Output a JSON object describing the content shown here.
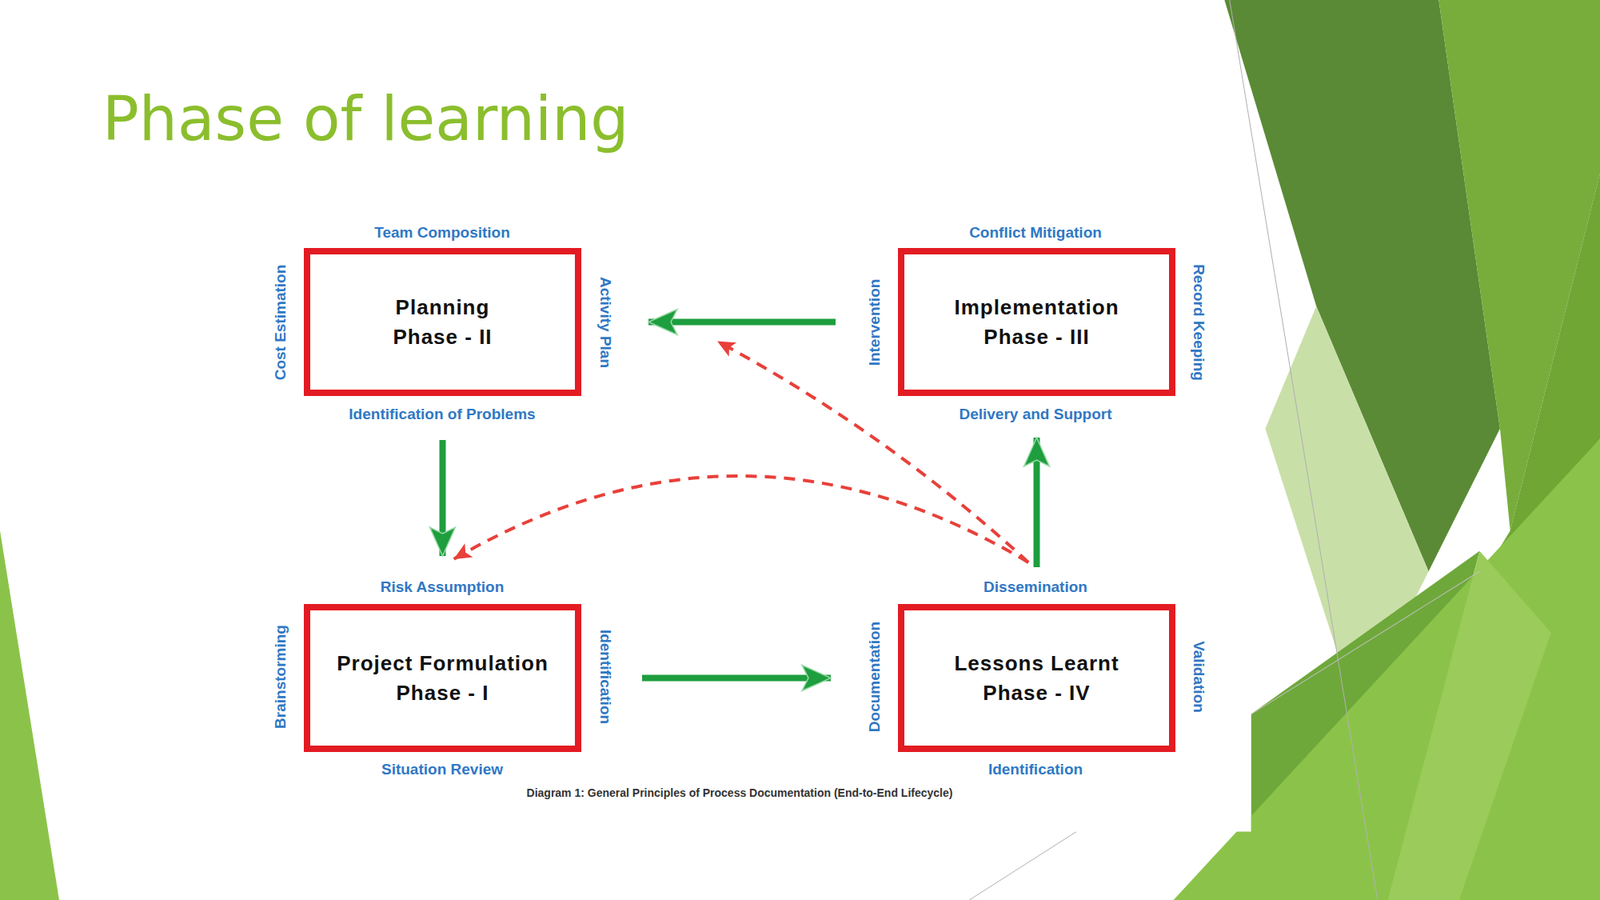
{
  "diagram": {
    "title": "Phase of learning",
    "caption": "Diagram 1: General Principles of Process Documentation (End-to-End Lifecycle)",
    "nodes": [
      {
        "text": [
          "Planning Phase - II"
        ]
      },
      {
        "text": [
          "Implementation Phase - III"
        ]
      },
      {
        "text": [
          "Project Formulation Phase - I"
        ]
      },
      {
        "text": [
          "Lessons Learnt Phase - IV"
        ]
      }
    ],
    "edges": [
      {
        "from": 1,
        "to": 0,
        "arrow": "to"
      },
      {
        "from": 0,
        "to": 2,
        "arrow": "to"
      },
      {
        "from": 2,
        "to": 3,
        "arrow": "to"
      },
      {
        "from": 3,
        "to": 1,
        "arrow": "to"
      },
      {
        "from": 3,
        "to": 0,
        "arrow": "to"
      },
      {
        "from": 3,
        "to": 2,
        "arrow": "to"
      }
    ],
    "labels": [
      "Team Composition",
      "Identification of Problems",
      "Cost Estimation",
      "Activity Plan",
      "Conflict Mitigation",
      "Delivery and Support",
      "Intervention",
      "Record Keeping",
      "Risk Assumption",
      "Situation Review",
      "Brainstorming",
      "Identification",
      "Dissemination",
      "Identification",
      "Documentation",
      "Validation"
    ]
  }
}
